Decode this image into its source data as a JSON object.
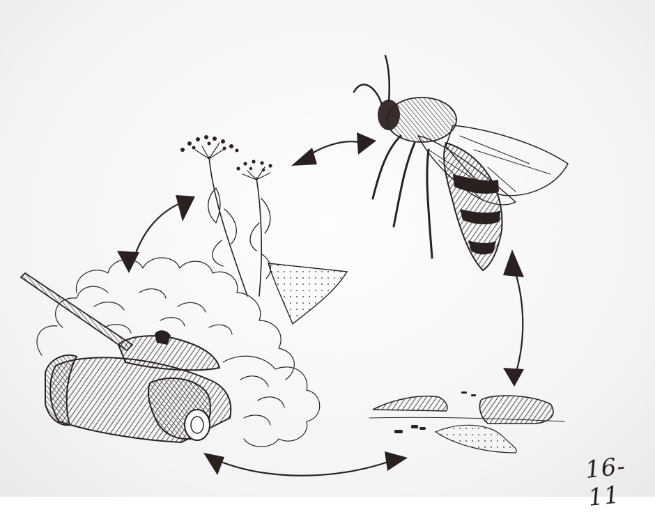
{
  "drawing": {
    "ink_color": "#2a2020",
    "paper_color": "#f6f6f6",
    "elements": [
      "bee",
      "flowering-plant",
      "tank",
      "grazing-field"
    ],
    "signature": "16-11"
  }
}
